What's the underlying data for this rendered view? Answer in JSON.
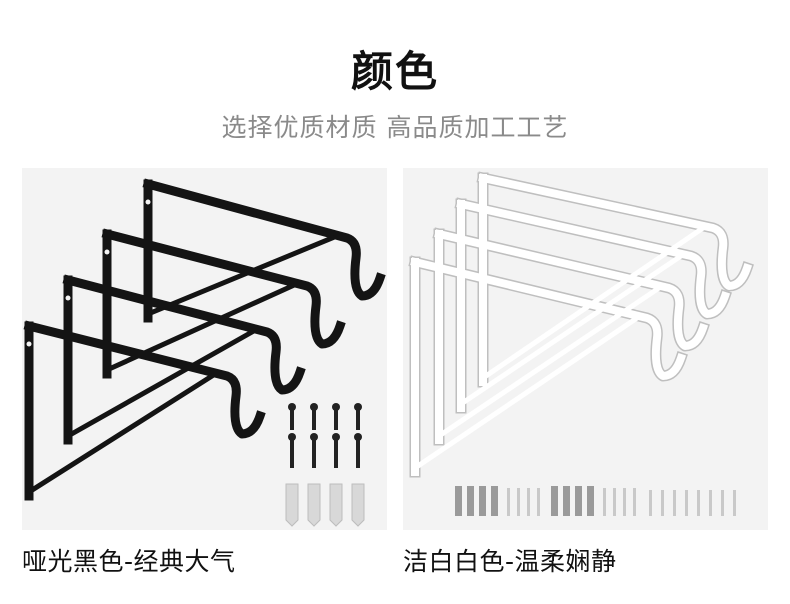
{
  "header": {
    "title": "颜色",
    "subtitle": "选择优质材质  高品质加工工艺"
  },
  "options": [
    {
      "caption": "哑光黑色-经典大气",
      "color": "#141414"
    },
    {
      "caption": "洁白白色-温柔娴静",
      "color": "#ffffff"
    }
  ]
}
